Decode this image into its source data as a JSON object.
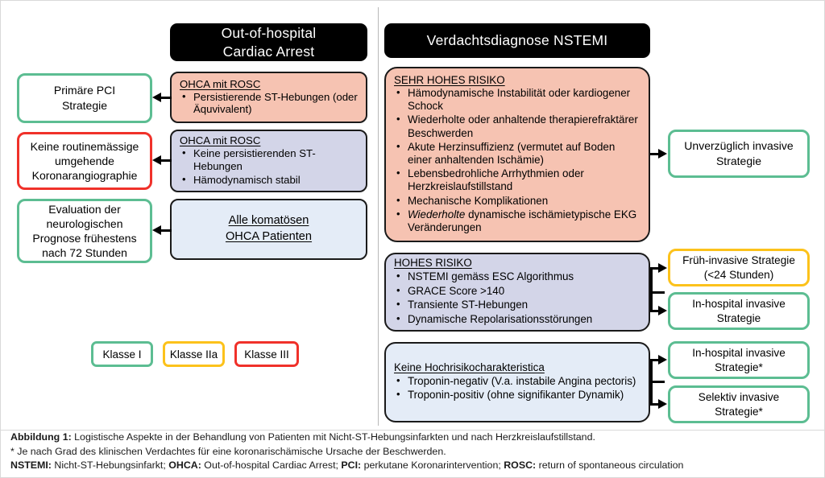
{
  "figure": {
    "divider_label": "column-divider"
  },
  "left_column": {
    "header": "Out-of-hospital\nCardiac Arrest",
    "header_line1": "Out-of-hospital",
    "header_line2": "Cardiac Arrest",
    "criteria": [
      {
        "id": "ohca-rosc-st-elevation",
        "title": "OHCA mit ROSC",
        "bullets": [
          "Persistierende ST-Hebungen (oder Äquvivalent)"
        ],
        "fill": "#f6c3b2"
      },
      {
        "id": "ohca-rosc-no-st-elevation",
        "title": "OHCA mit ROSC",
        "bullets": [
          "Keine persistierenden ST-Hebungen",
          "Hämodynamisch stabil"
        ],
        "fill": "#d3d5e8"
      },
      {
        "id": "alle-komatoesen-ohca",
        "title": "Alle komatösen\nOHCA Patienten",
        "title_line1": "Alle komatösen",
        "title_line2": "OHCA Patienten",
        "bullets": [],
        "fill": "#e4ecf7"
      }
    ],
    "outcomes": [
      {
        "id": "primaere-pci-strategie",
        "text": "Primäre PCI\nStrategie",
        "line1": "Primäre PCI",
        "line2": "Strategie",
        "class": "Klasse I",
        "border": "#5cbd92"
      },
      {
        "id": "keine-routinemaessige-koronarangiographie",
        "text": "Keine routinemässige umgehende Koronarangiographie",
        "line1": "Keine routinemässige",
        "line2": "umgehende",
        "line3": "Koronarangiographie",
        "class": "Klasse III",
        "border": "#f0312a"
      },
      {
        "id": "evaluation-neurologische-prognose",
        "text": "Evaluation der neurologischen Prognose frühestens nach 72 Stunden",
        "line1": "Evaluation der",
        "line2": "neurologischen",
        "line3": "Prognose frühestens",
        "line4": "nach 72 Stunden",
        "class": "Klasse I",
        "border": "#5cbd92"
      }
    ]
  },
  "right_column": {
    "header": "Verdachtsdiagnose NSTEMI",
    "risk_groups": [
      {
        "id": "sehr-hohes-risiko",
        "title": "SEHR HOHES RISIKO",
        "bullets": [
          "Hämodynamische Instabilität oder kardiogener Schock",
          "Wiederholte oder anhaltende therapierefraktärer Beschwerden",
          "Akute Herzinsuffizienz (vermutet auf Boden einer anhaltenden Ischämie)",
          "Lebensbedrohliche Arrhythmien oder Herzkreislaufstillstand",
          "Mechanische Komplikationen",
          "Wiederholte dynamische ischämietypische EKG Veränderungen"
        ],
        "italic_lead_index": 5,
        "italic_word": "Wiederholte",
        "italic_rest": " dynamische ischämietypische EKG Veränderungen",
        "fill": "#f6c3b2"
      },
      {
        "id": "hohes-risiko",
        "title": "HOHES RISIKO",
        "bullets": [
          "NSTEMI gemäss ESC Algorithmus",
          "GRACE Score >140",
          "Transiente ST-Hebungen",
          "Dynamische Repolarisationsstörungen"
        ],
        "fill": "#d3d5e8"
      },
      {
        "id": "keine-hochrisikocharakteristica",
        "title": "Keine Hochrisikocharakteristica",
        "bullets": [
          "Troponin-negativ (V.a. instabile Angina pectoris)",
          "Troponin-positiv (ohne signifikanter Dynamik)"
        ],
        "fill": "#e4ecf7"
      }
    ],
    "outcomes": [
      {
        "id": "unverzueglich-invasive-strategie",
        "line1": "Unverzüglich invasive",
        "line2": "Strategie",
        "class": "Klasse I",
        "border": "#5cbd92"
      },
      {
        "id": "frueh-invasive-strategie",
        "line1": "Früh-invasive Strategie",
        "line2": "(<24 Stunden)",
        "class": "Klasse IIa",
        "border": "#fcc21b"
      },
      {
        "id": "in-hospital-invasive-strategie",
        "line1": "In-hospital invasive",
        "line2": "Strategie",
        "class": "Klasse I",
        "border": "#5cbd92"
      },
      {
        "id": "in-hospital-invasive-strategie-star",
        "line1": "In-hospital invasive",
        "line2": "Strategie*",
        "class": "Klasse I",
        "border": "#5cbd92"
      },
      {
        "id": "selektiv-invasive-strategie-star",
        "line1": "Selektiv invasive",
        "line2": "Strategie*",
        "class": "Klasse I",
        "border": "#5cbd92"
      }
    ]
  },
  "legend": [
    {
      "id": "klasse-i",
      "label": "Klasse I",
      "border": "#5cbd92"
    },
    {
      "id": "klasse-iia",
      "label": "Klasse IIa",
      "border": "#fcc21b"
    },
    {
      "id": "klasse-iii",
      "label": "Klasse III",
      "border": "#f0312a"
    }
  ],
  "caption": {
    "line1_bold": "Abbildung 1:",
    "line1_rest": " Logistische Aspekte in der Behandlung von Patienten mit Nicht-ST-Hebungsinfarkten und nach Herzkreislaufstillstand.",
    "line2": "* Je nach Grad des klinischen Verdachtes für eine koronarischämische Ursache der Beschwerden.",
    "line3_parts": [
      {
        "bold": "NSTEMI:",
        "text": " Nicht-ST-Hebungsinfarkt; "
      },
      {
        "bold": "OHCA:",
        "text": " Out-of-hospital Cardiac Arrest; "
      },
      {
        "bold": "PCI:",
        "text": " perkutane Koronarintervention; "
      },
      {
        "bold": "ROSC:",
        "text": " return of spontaneous circulation"
      }
    ]
  }
}
